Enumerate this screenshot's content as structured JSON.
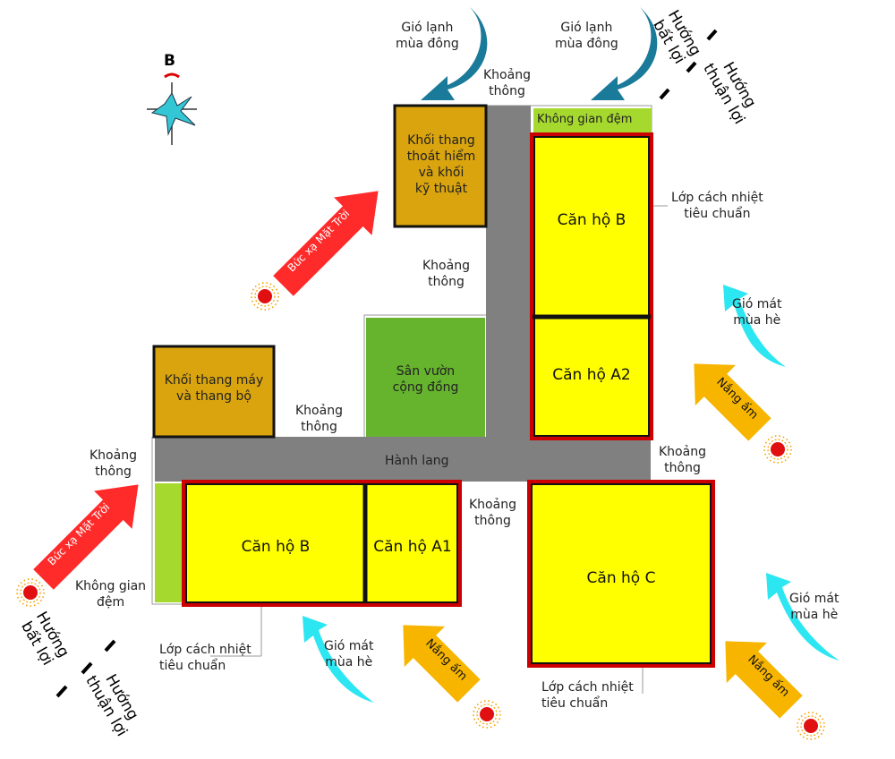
{
  "labels": {
    "north": "B",
    "cold_wind_1": "Gió lạnh\nmùa đông",
    "cold_wind_2": "Gió lạnh\nmùa đông",
    "ventilation_top": "Khoảng\nthông",
    "buffer_top": "Không gian đệm",
    "stair_escape": "Khối thang\nthoát hiểm\nvà khối\nkỹ thuật",
    "apt_b_right": "Căn hộ B",
    "apt_a2": "Căn hộ A2",
    "insulation_right": "Lớp cách nhiệt\ntiêu chuẩn",
    "ventilation_mid": "Khoảng\nthông",
    "cool_wind_right_1": "Gió mát\nmùa hè",
    "garden": "Sân vườn\ncộng đồng",
    "elevator_block": "Khối thang máy\nvà thang bộ",
    "ventilation_elev": "Khoảng\nthông",
    "corridor": "Hành lang",
    "ventilation_left": "Khoảng\nthông",
    "ventilation_right_corr": "Khoảng\nthông",
    "ventilation_center": "Khoảng\nthông",
    "apt_b_left": "Căn hộ B",
    "apt_a1": "Căn hộ A1",
    "apt_c": "Căn hộ C",
    "buffer_left": "Không gian\nđệm",
    "insulation_left": "Lớp cách nhiệt\ntiêu chuẩn",
    "insulation_bottom": "Lớp cách nhiệt\ntiêu chuẩn",
    "cool_wind_bottom": "Gió mát\nmùa hè",
    "cool_wind_right_2": "Gió mát\nmùa hè",
    "sun_radiation_1": "Bức xạ Mặt Trời",
    "sun_radiation_2": "Bức xạ Mặt Trời",
    "warm_sun_1": "Nắng ấm",
    "warm_sun_2": "Nắng ấm",
    "warm_sun_3": "Nắng ấm",
    "unfavorable_top": "Hướng\nbất lợi",
    "favorable_top": "Hướng\nthuận lợi",
    "unfavorable_bottom": "Hướng\nbất lợi",
    "favorable_bottom": "Hướng\nthuận lợi"
  },
  "colors": {
    "apartment": "#ffff00",
    "apartment_border": "#cc0000",
    "core_block": "#d9a40e",
    "garden": "#66b32e",
    "buffer": "#a6d92e",
    "corridor": "#808080",
    "hot_arrow": "#ff2a2a",
    "warm_arrow": "#f7b500",
    "cool_arrow": "#2ce6f2",
    "cold_arrow": "#1a7a9a",
    "sun": "#e01010"
  },
  "icons": {
    "compass": "north-compass-icon",
    "sun": "sun-icon"
  }
}
